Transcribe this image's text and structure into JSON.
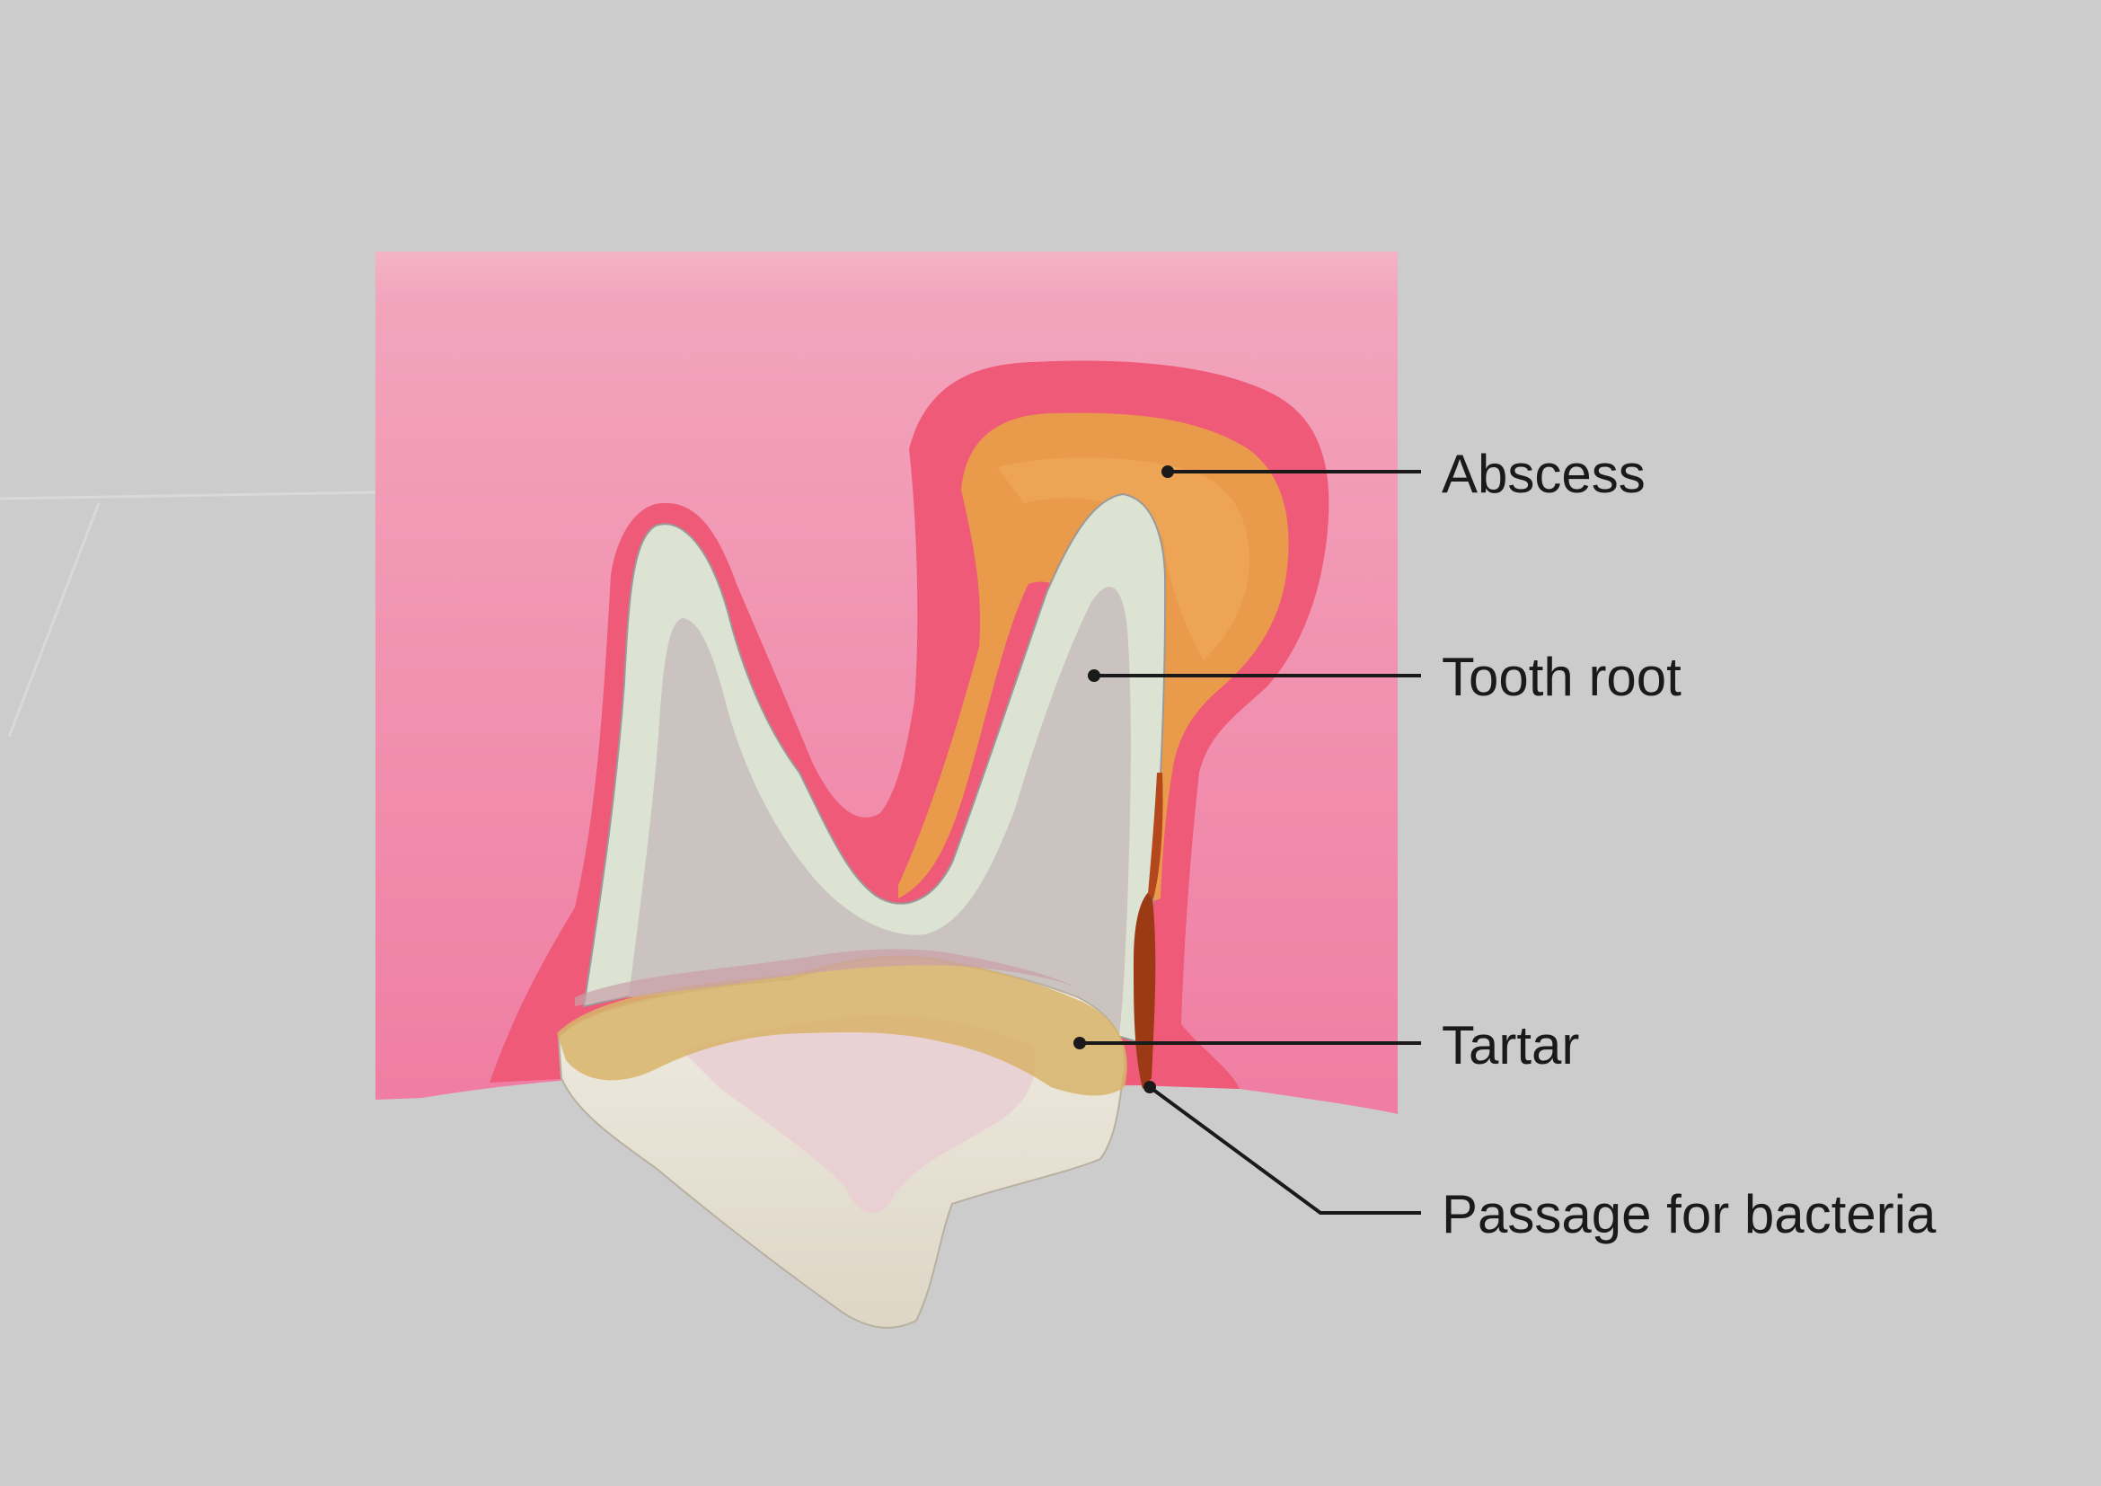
{
  "labels": {
    "abscess": "Abscess",
    "tooth_root": "Tooth root",
    "tartar": "Tartar",
    "passage": "Passage for bacteria"
  },
  "colors": {
    "background": "#cccccc",
    "gum": "#f08aa8",
    "gum_edge": "#ee5a78",
    "abscess": "#e99a4a",
    "passage": "#9c3a16",
    "root_outline": "#dde3d3",
    "root_inner": "#cbc3c0",
    "tartar": "#d8b46a",
    "crown": "#ece6da",
    "leader": "#1a1a1a"
  }
}
